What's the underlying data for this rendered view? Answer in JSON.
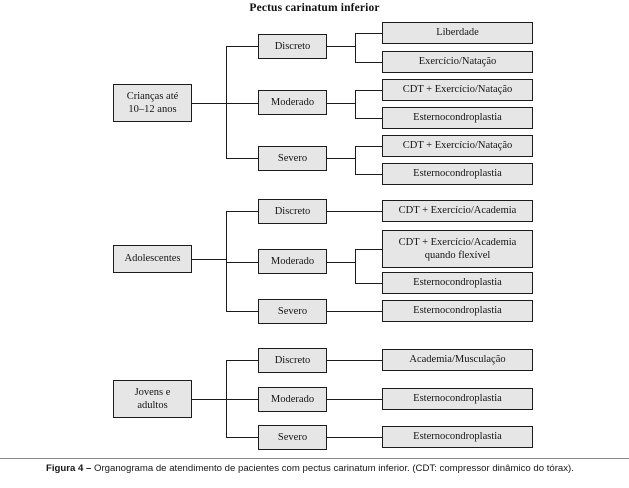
{
  "figure": {
    "title": "Pectus carinatum inferior",
    "caption_label": "Figura 4 –",
    "caption_text": " Organograma de atendimento de pacientes com pectus carinatum inferior. (CDT: compressor dinâmico do tórax)."
  },
  "colors": {
    "box_fill": "#e6e6e6",
    "box_stroke": "#1c1c1c",
    "page_background": "#ffffff",
    "text": "#141414",
    "caption_rule": "#8a8a8a"
  },
  "diagram": {
    "type": "organogram",
    "groups": [
      {
        "id": "group-criancas",
        "root": "Crianças até\n10–12 anos",
        "root_line1": "Crianças até",
        "root_line2": "10–12 anos",
        "severities": [
          {
            "label": "Discreto",
            "treatments": [
              "Liberdade",
              "Exercício/Natação"
            ]
          },
          {
            "label": "Moderado",
            "treatments": [
              "CDT + Exercício/Natação",
              "Esternocondroplastia"
            ]
          },
          {
            "label": "Severo",
            "treatments": [
              "CDT + Exercício/Natação",
              "Esternocondroplastia"
            ]
          }
        ]
      },
      {
        "id": "group-adolescentes",
        "root": "Adolescentes",
        "root_line1": "Adolescentes",
        "root_line2": "",
        "severities": [
          {
            "label": "Discreto",
            "treatments": [
              "CDT + Exercício/Academia"
            ]
          },
          {
            "label": "Moderado",
            "treatments": [
              "CDT + Exercício/Academia\nquando flexível",
              "Esternocondroplastia"
            ]
          },
          {
            "label": "Severo",
            "treatments": [
              "Esternocondroplastia"
            ]
          }
        ]
      },
      {
        "id": "group-jovens",
        "root": "Jovens e\nadultos",
        "root_line1": "Jovens e",
        "root_line2": "adultos",
        "severities": [
          {
            "label": "Discreto",
            "treatments": [
              "Academia/Musculação"
            ]
          },
          {
            "label": "Moderado",
            "treatments": [
              "Esternocondroplastia"
            ]
          },
          {
            "label": "Severo",
            "treatments": [
              "Esternocondroplastia"
            ]
          }
        ]
      }
    ]
  },
  "labels": {
    "g1_root": "Crianças até\n10–12 anos",
    "g1_s1": "Discreto",
    "g1_s2": "Moderado",
    "g1_s3": "Severo",
    "g1_t1": "Liberdade",
    "g1_t2": "Exercício/Natação",
    "g1_t3": "CDT + Exercício/Natação",
    "g1_t4": "Esternocondroplastia",
    "g1_t5": "CDT + Exercício/Natação",
    "g1_t6": "Esternocondroplastia",
    "g2_root": "Adolescentes",
    "g2_s1": "Discreto",
    "g2_s2": "Moderado",
    "g2_s3": "Severo",
    "g2_t1": "CDT + Exercício/Academia",
    "g2_t2": "CDT + Exercício/Academia\nquando flexível",
    "g2_t3": "Esternocondroplastia",
    "g2_t4": "Esternocondroplastia",
    "g3_root": "Jovens e\nadultos",
    "g3_s1": "Discreto",
    "g3_s2": "Moderado",
    "g3_s3": "Severo",
    "g3_t1": "Academia/Musculação",
    "g3_t2": "Esternocondroplastia",
    "g3_t3": "Esternocondroplastia"
  }
}
